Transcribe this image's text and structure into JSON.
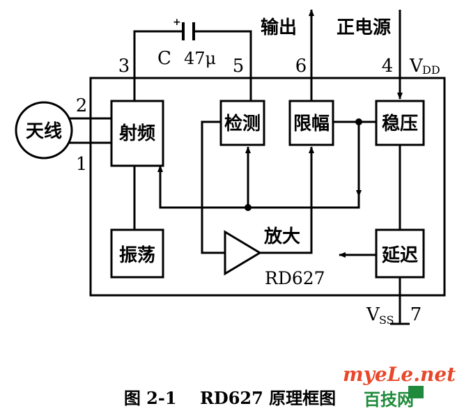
{
  "chip": {
    "name": "RD627"
  },
  "blocks": {
    "antenna": "天线",
    "rf": "射频",
    "detect": "检测",
    "limit": "限幅",
    "regulator": "稳压",
    "oscillator": "振荡",
    "delay": "延迟",
    "amplifier": "放大"
  },
  "capacitor": {
    "label": "C",
    "value": "47μ",
    "plus": "+"
  },
  "pins": {
    "p1": "1",
    "p2": "2",
    "p3": "3",
    "p4": "4",
    "p5": "5",
    "p6": "6",
    "p7": "7"
  },
  "signals": {
    "output": "输出",
    "power": "正电源",
    "vdd_main": "V",
    "vdd_sub": "DD",
    "vss_main": "V",
    "vss_sub": "SS"
  },
  "caption": "图 2-1    RD627 原理框图",
  "watermark": {
    "site": "myeLe.net",
    "cn": "百技网"
  },
  "colors": {
    "ink": "#000000",
    "watermark_red": "#e8472a",
    "watermark_green": "#1f8a3b"
  }
}
